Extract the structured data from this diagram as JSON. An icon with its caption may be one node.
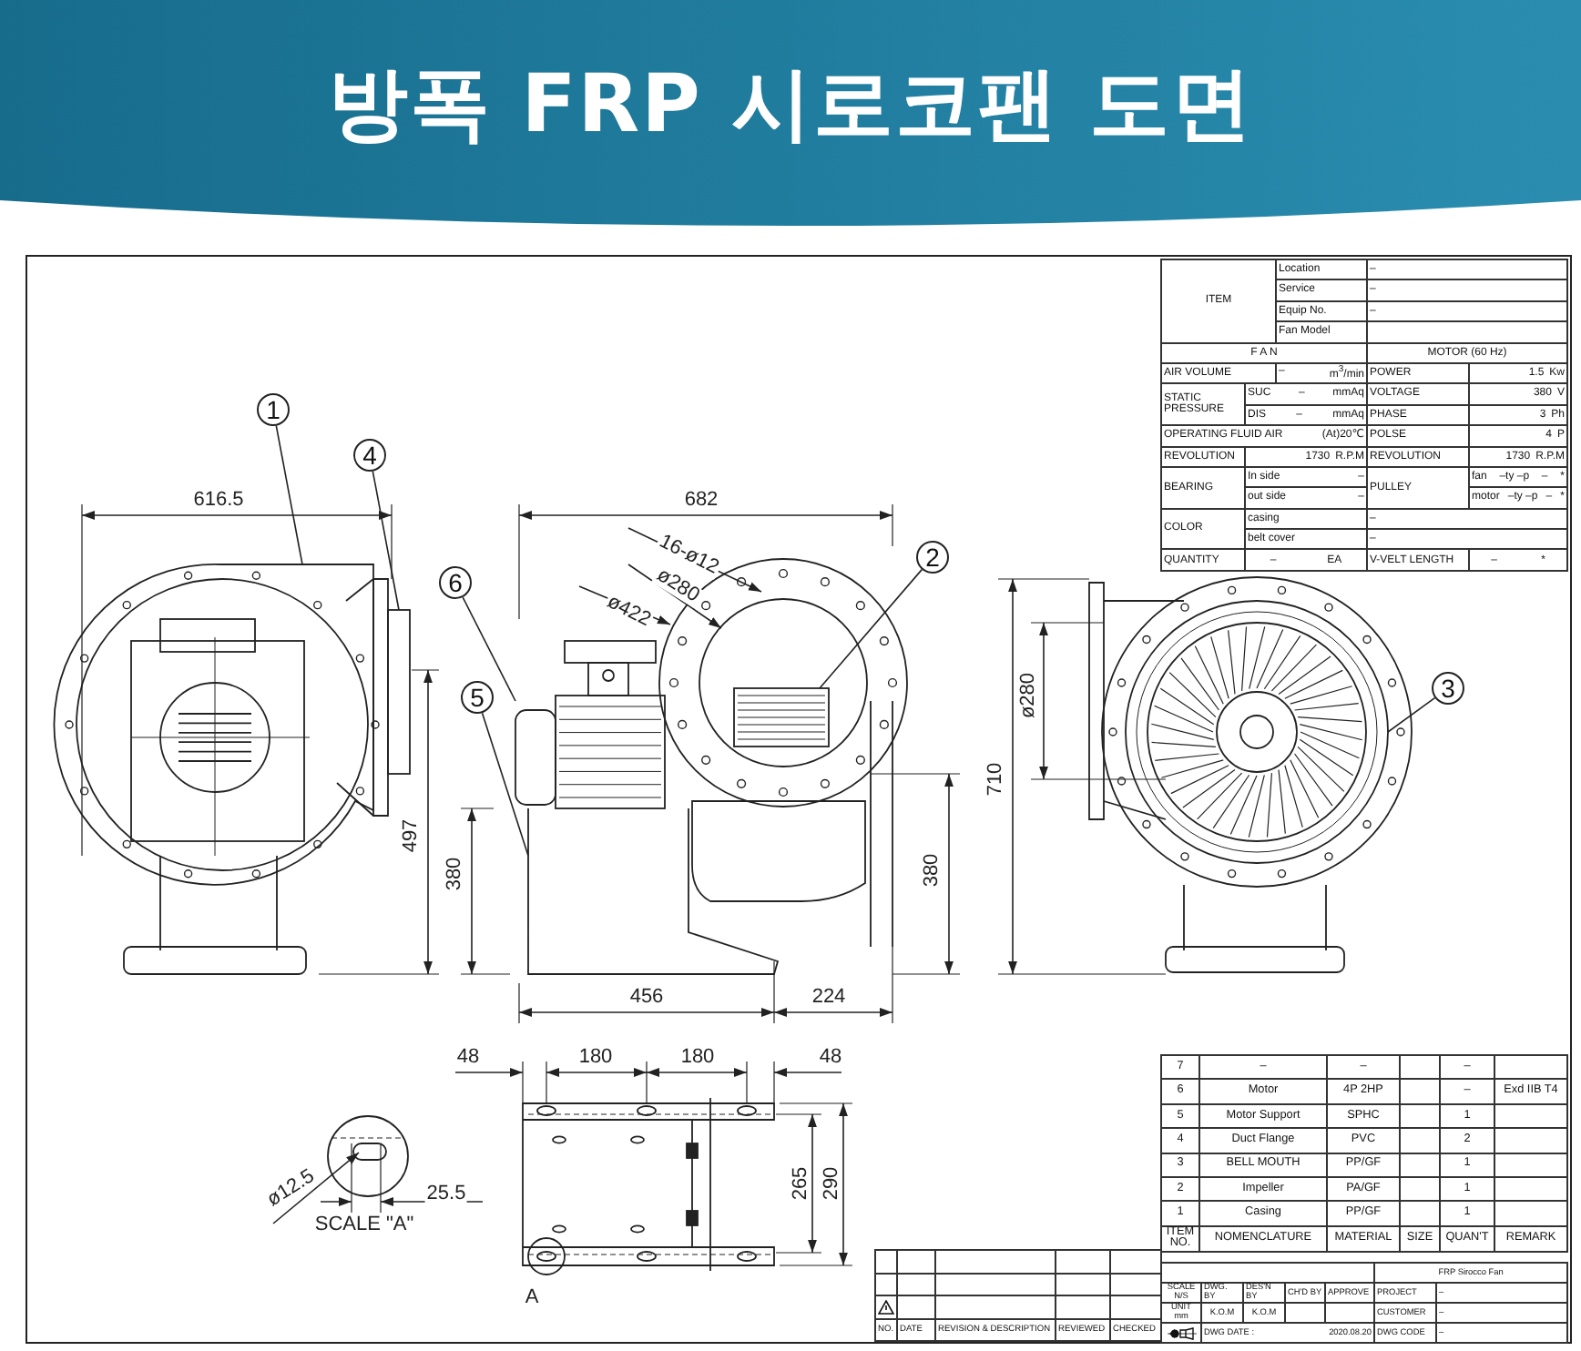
{
  "diagram": {
    "title": "방폭 FRP 시로코팬 도면",
    "nodes": [
      {
        "text": [
          "1"
        ]
      },
      {
        "text": [
          "4"
        ]
      },
      {
        "text": [
          "2"
        ]
      },
      {
        "text": [
          "6"
        ]
      },
      {
        "text": [
          "3"
        ]
      },
      {
        "text": [
          "5"
        ]
      },
      {
        "text": [],
        "shape": "picture"
      },
      {
        "text": [],
        "shape": "box"
      },
      {
        "text": [],
        "shape": "picture"
      },
      {
        "text": [],
        "shape": "picture"
      },
      {
        "text": [],
        "shape": "picture"
      },
      {
        "text": [],
        "shape": "picture"
      }
    ],
    "edges": [
      {
        "from": 0,
        "to": 6,
        "arrow": "none"
      },
      {
        "from": 1,
        "to": 7,
        "arrow": "none"
      },
      {
        "from": 2,
        "to": 10,
        "arrow": "none"
      },
      {
        "from": 3,
        "to": 8,
        "arrow": "none"
      },
      {
        "from": 4,
        "to": 11,
        "arrow": "none"
      },
      {
        "from": 5,
        "to": 9,
        "arrow": "none"
      }
    ],
    "labels": [
      "ITEM",
      "Location",
      "–",
      "Service",
      "–",
      "Equip No.",
      "–",
      "Fan Model",
      "F A N",
      "MOTOR (60 Hz)",
      "AIR VOLUME",
      "–",
      "m$^{3}$/min",
      "POWER",
      "1.5",
      "Kw",
      "STATIC PRESSURE",
      "SUC",
      "–",
      "mmAq",
      "VOLTAGE",
      "380",
      "V",
      "DIS",
      "–",
      "mmAq",
      "PHASE",
      "3",
      "Ph",
      "OPERATING FLUID AIR",
      "(At)20℃",
      "POLSE",
      "4",
      "P",
      "REVOLUTION",
      "1730",
      "R.P.M",
      "REVOLUTION",
      "1730",
      "R.P.M",
      "BEARING",
      "In side",
      "–",
      "PULLEY",
      "fan",
      "–ty –p",
      "–",
      "*",
      "out side",
      "–",
      "motor",
      "–ty –p",
      "–",
      "*",
      "COLOR",
      "casing",
      "–",
      "belt cover",
      "–",
      "QUANTITY",
      "–",
      "EA",
      "V-VELT LENGTH",
      "–",
      "*",
      "616.5",
      "682",
      "16-ø12",
      "ø280",
      "ø422",
      "497",
      "380",
      "710",
      "ø280",
      "380",
      "456",
      "224",
      "48",
      "180",
      "180",
      "48",
      "ø12.5",
      "25.5",
      "SCALE \"A\"",
      "A",
      "265",
      "290",
      "7",
      "–",
      "–",
      "–",
      "6",
      "Motor",
      "4P 2HP",
      "–",
      "Exd IIB T4",
      "5",
      "Motor Support",
      "SPHC",
      "1",
      "4",
      "Duct Flange",
      "PVC",
      "2",
      "3",
      "BELL MOUTH",
      "PP/GF",
      "1",
      "2",
      "Impeller",
      "PA/GF",
      "1",
      "1",
      "Casing",
      "PP/GF",
      "1",
      "ITEM NO.",
      "NOMENCLATURE",
      "MATERIAL",
      "SIZE",
      "QUAN'T",
      "REMARK",
      "FRP Sirocco Fan",
      "SCALE N/S",
      "DWG. BY",
      "DES'N BY",
      "CH'D BY",
      "APPROVE",
      "PROJECT",
      "–",
      "UNIT mm",
      "K.O.M",
      "K.O.M",
      "CUSTOMER",
      "–",
      "DWG DATE :",
      "2020.08.20",
      "DWG CODE",
      "–",
      "NO.",
      "DATE",
      "REVISION & DESCRIPTION",
      "REVIEWED",
      "CHECKED"
    ]
  }
}
